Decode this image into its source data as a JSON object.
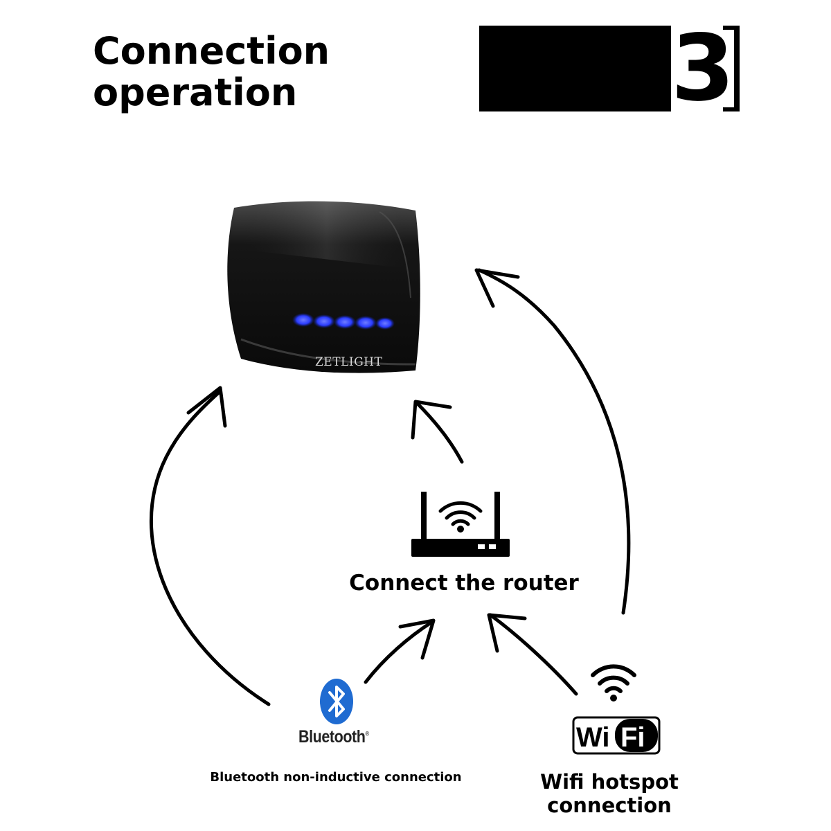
{
  "header": {
    "title_line1": "Connection",
    "title_line2": "operation",
    "step_number": "3"
  },
  "device": {
    "brand": "ZETLIGHT",
    "led_color": "#2a3cff"
  },
  "router": {
    "label": "Connect the router",
    "icon": "router-icon"
  },
  "bluetooth": {
    "wordmark": "Bluetooth",
    "trademark": "®",
    "caption": "Bluetooth non-inductive connection",
    "brand_color": "#1f6bd1",
    "icon": "bluetooth-icon"
  },
  "wifi": {
    "logo_left": "Wi",
    "logo_right": "Fi",
    "caption": "Wifi hotspot connection",
    "icon": "wifi-icon"
  }
}
